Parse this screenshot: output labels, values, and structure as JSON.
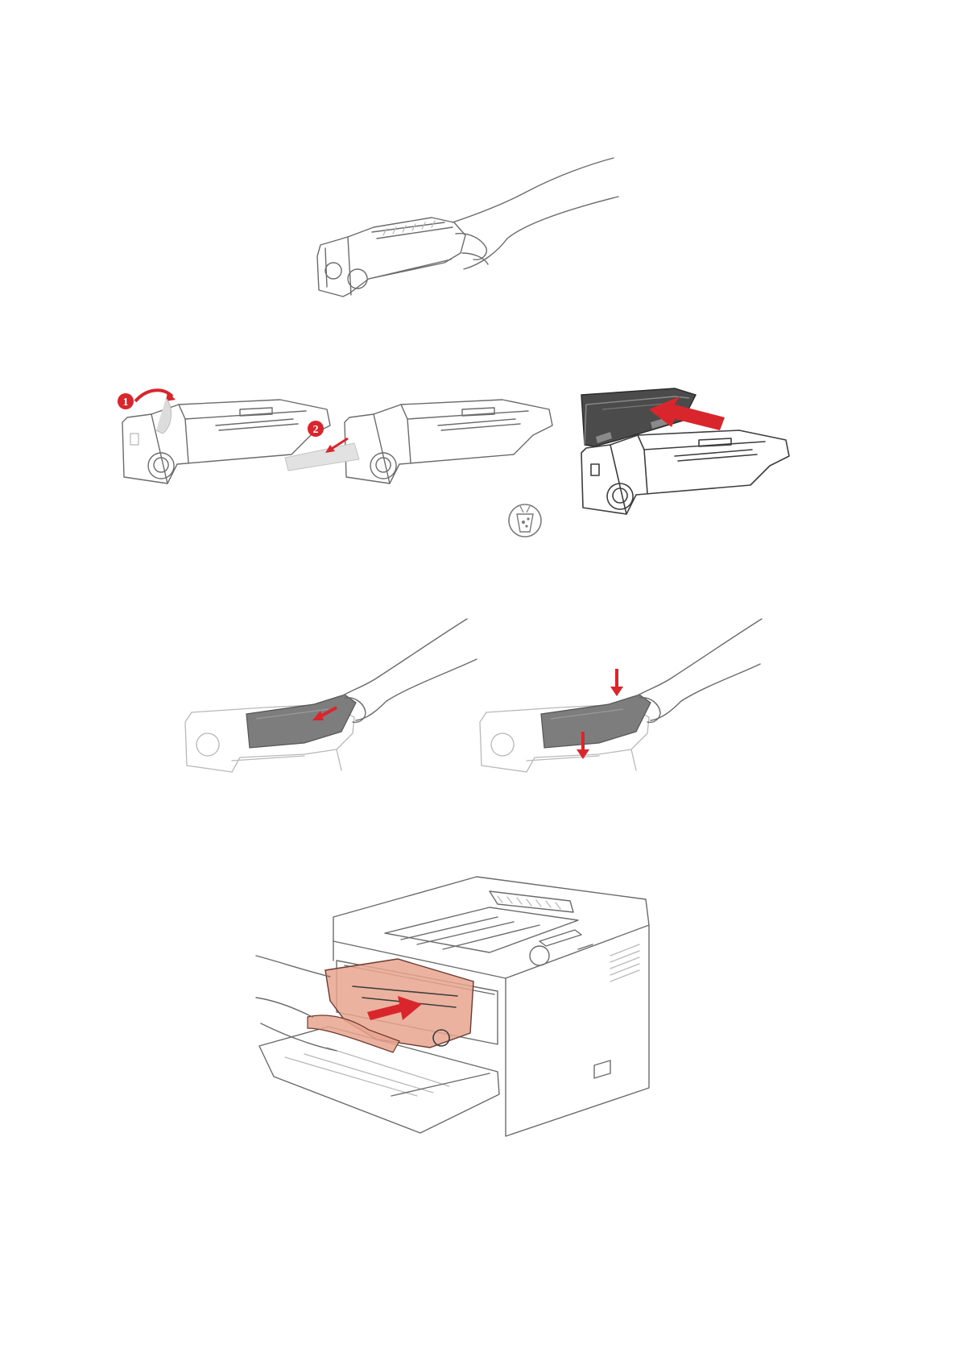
{
  "figures": [
    {
      "id": "hand-holding-cartridge"
    },
    {
      "id": "unpack-toner-cartridge",
      "steps": [
        "1",
        "2"
      ]
    },
    {
      "id": "insert-toner-into-drum"
    },
    {
      "id": "install-drum-into-printer"
    }
  ],
  "colors": {
    "accent": "#d8262c",
    "cartridge-highlight": "#e9a58f",
    "line": "#6b6b6b"
  }
}
